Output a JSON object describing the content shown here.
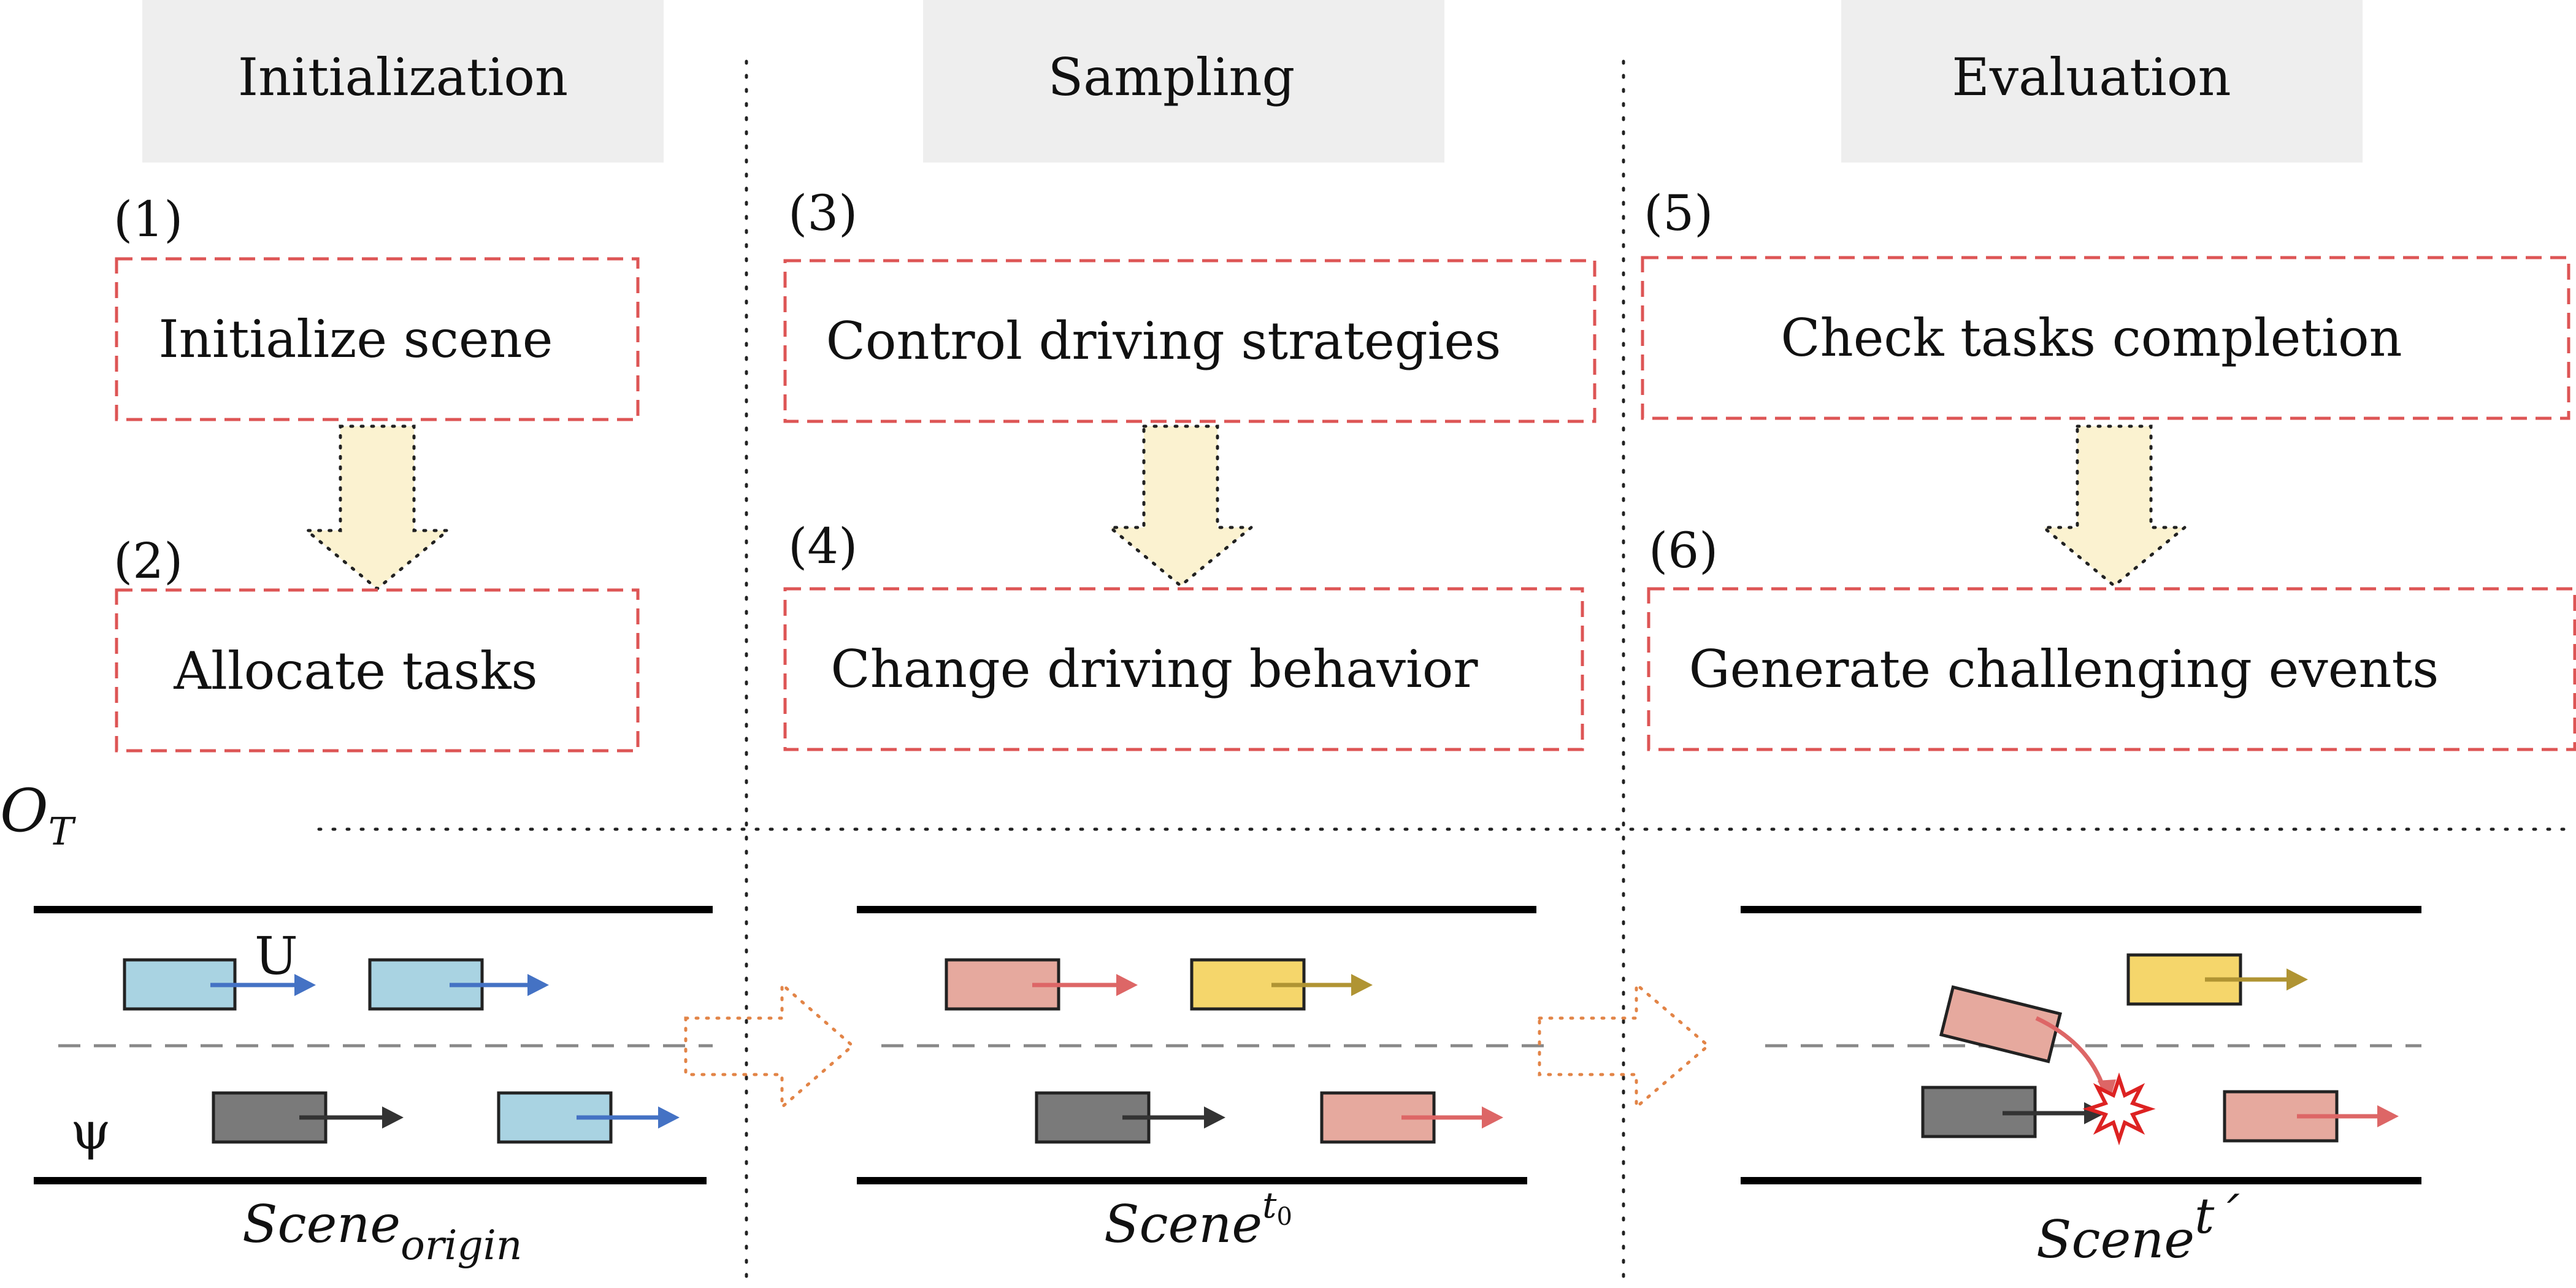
{
  "phases": [
    {
      "title": "Initialization",
      "steps": [
        {
          "number": "(1)",
          "label": "Initialize scene"
        },
        {
          "number": "(2)",
          "label": "Allocate tasks"
        }
      ],
      "scene": {
        "base": "Scene",
        "script": "origin"
      }
    },
    {
      "title": "Sampling",
      "steps": [
        {
          "number": "(3)",
          "label": "Control driving strategies"
        },
        {
          "number": "(4)",
          "label": "Change driving behavior"
        }
      ],
      "scene": {
        "base": "Scene",
        "script": "t",
        "subscript_of_script": "0"
      }
    },
    {
      "title": "Evaluation",
      "steps": [
        {
          "number": "(5)",
          "label": "Check tasks completion"
        },
        {
          "number": "(6)",
          "label": "Generate challenging events"
        }
      ],
      "scene": {
        "base": "Scene",
        "script": "t´"
      }
    }
  ],
  "labels": {
    "observation": "O",
    "observation_sub": "T",
    "upper_lane_vehicle_label": "U",
    "lower_lane_label": "ψ"
  },
  "colors": {
    "header_bg": "#eeeeee",
    "step_border": "#dd5555",
    "down_arrow_fill": "#fbf2d0",
    "blue_vehicle": "#a9d3e2",
    "blue_arrow": "#4472c4",
    "pink_vehicle": "#e6a99e",
    "pink_arrow": "#dd6666",
    "yellow_vehicle": "#f5d66b",
    "yellow_arrow": "#b09433",
    "gray_vehicle": "#7a7a7a",
    "gray_arrow": "#333333",
    "transition_arrow": "#e28447",
    "collision_star": "#dd2222"
  }
}
